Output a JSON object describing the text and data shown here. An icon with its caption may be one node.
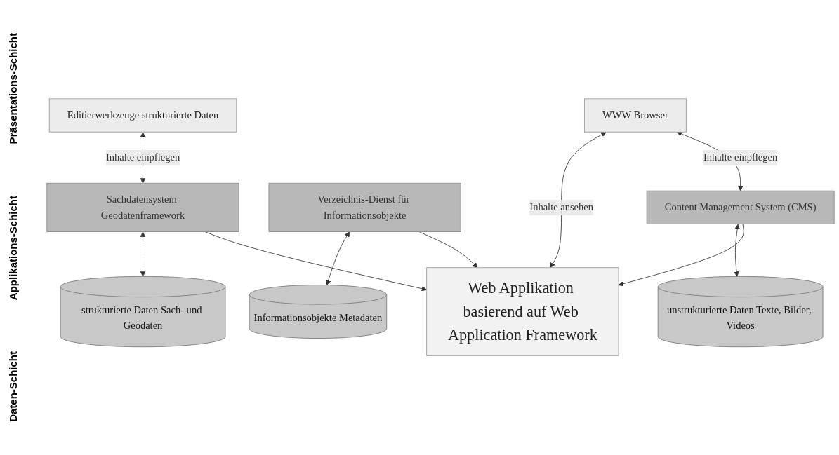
{
  "diagram": {
    "nodes": [
      {
        "text": [
          "WWW Browser"
        ]
      },
      {
        "text": [
          "Editierwerkzeuge strukturierte Daten"
        ]
      },
      {
        "text": [
          "Web Applikation basierend auf Web Application Framework"
        ]
      },
      {
        "text": [
          "Content Management System (CMS)"
        ]
      },
      {
        "text": [
          "Verzeichnis-Dienst für Informationsobjekte"
        ]
      },
      {
        "text": [
          "Sachdatensystem Geodatenframework"
        ]
      },
      {
        "text": [
          "unstrukturierte Daten Texte, Bilder, Videos"
        ]
      },
      {
        "text": [
          "Informationsobjekte Metadaten"
        ]
      },
      {
        "text": [
          "strukturierte Daten Sach- und Geodaten"
        ]
      }
    ],
    "edges": [
      {
        "from": 0,
        "to": 3,
        "arrow": "both",
        "label": "Inhalte einpflegen"
      },
      {
        "from": 0,
        "to": 2,
        "arrow": "both",
        "label": "Inhalte ansehen"
      },
      {
        "from": 1,
        "to": 5,
        "arrow": "both",
        "label": "Inhalte einpflegen"
      },
      {
        "from": 3,
        "to": 2,
        "arrow": "to"
      },
      {
        "from": 4,
        "to": 2,
        "arrow": "to"
      },
      {
        "from": 5,
        "to": 2,
        "arrow": "to"
      },
      {
        "from": 3,
        "to": 6,
        "arrow": "both"
      },
      {
        "from": 4,
        "to": 7,
        "arrow": "both"
      },
      {
        "from": 5,
        "to": 8,
        "arrow": "both"
      }
    ],
    "labels": [
      "Präsentations-Schicht",
      "Applikations-Schicht",
      "Daten-Schicht"
    ]
  }
}
